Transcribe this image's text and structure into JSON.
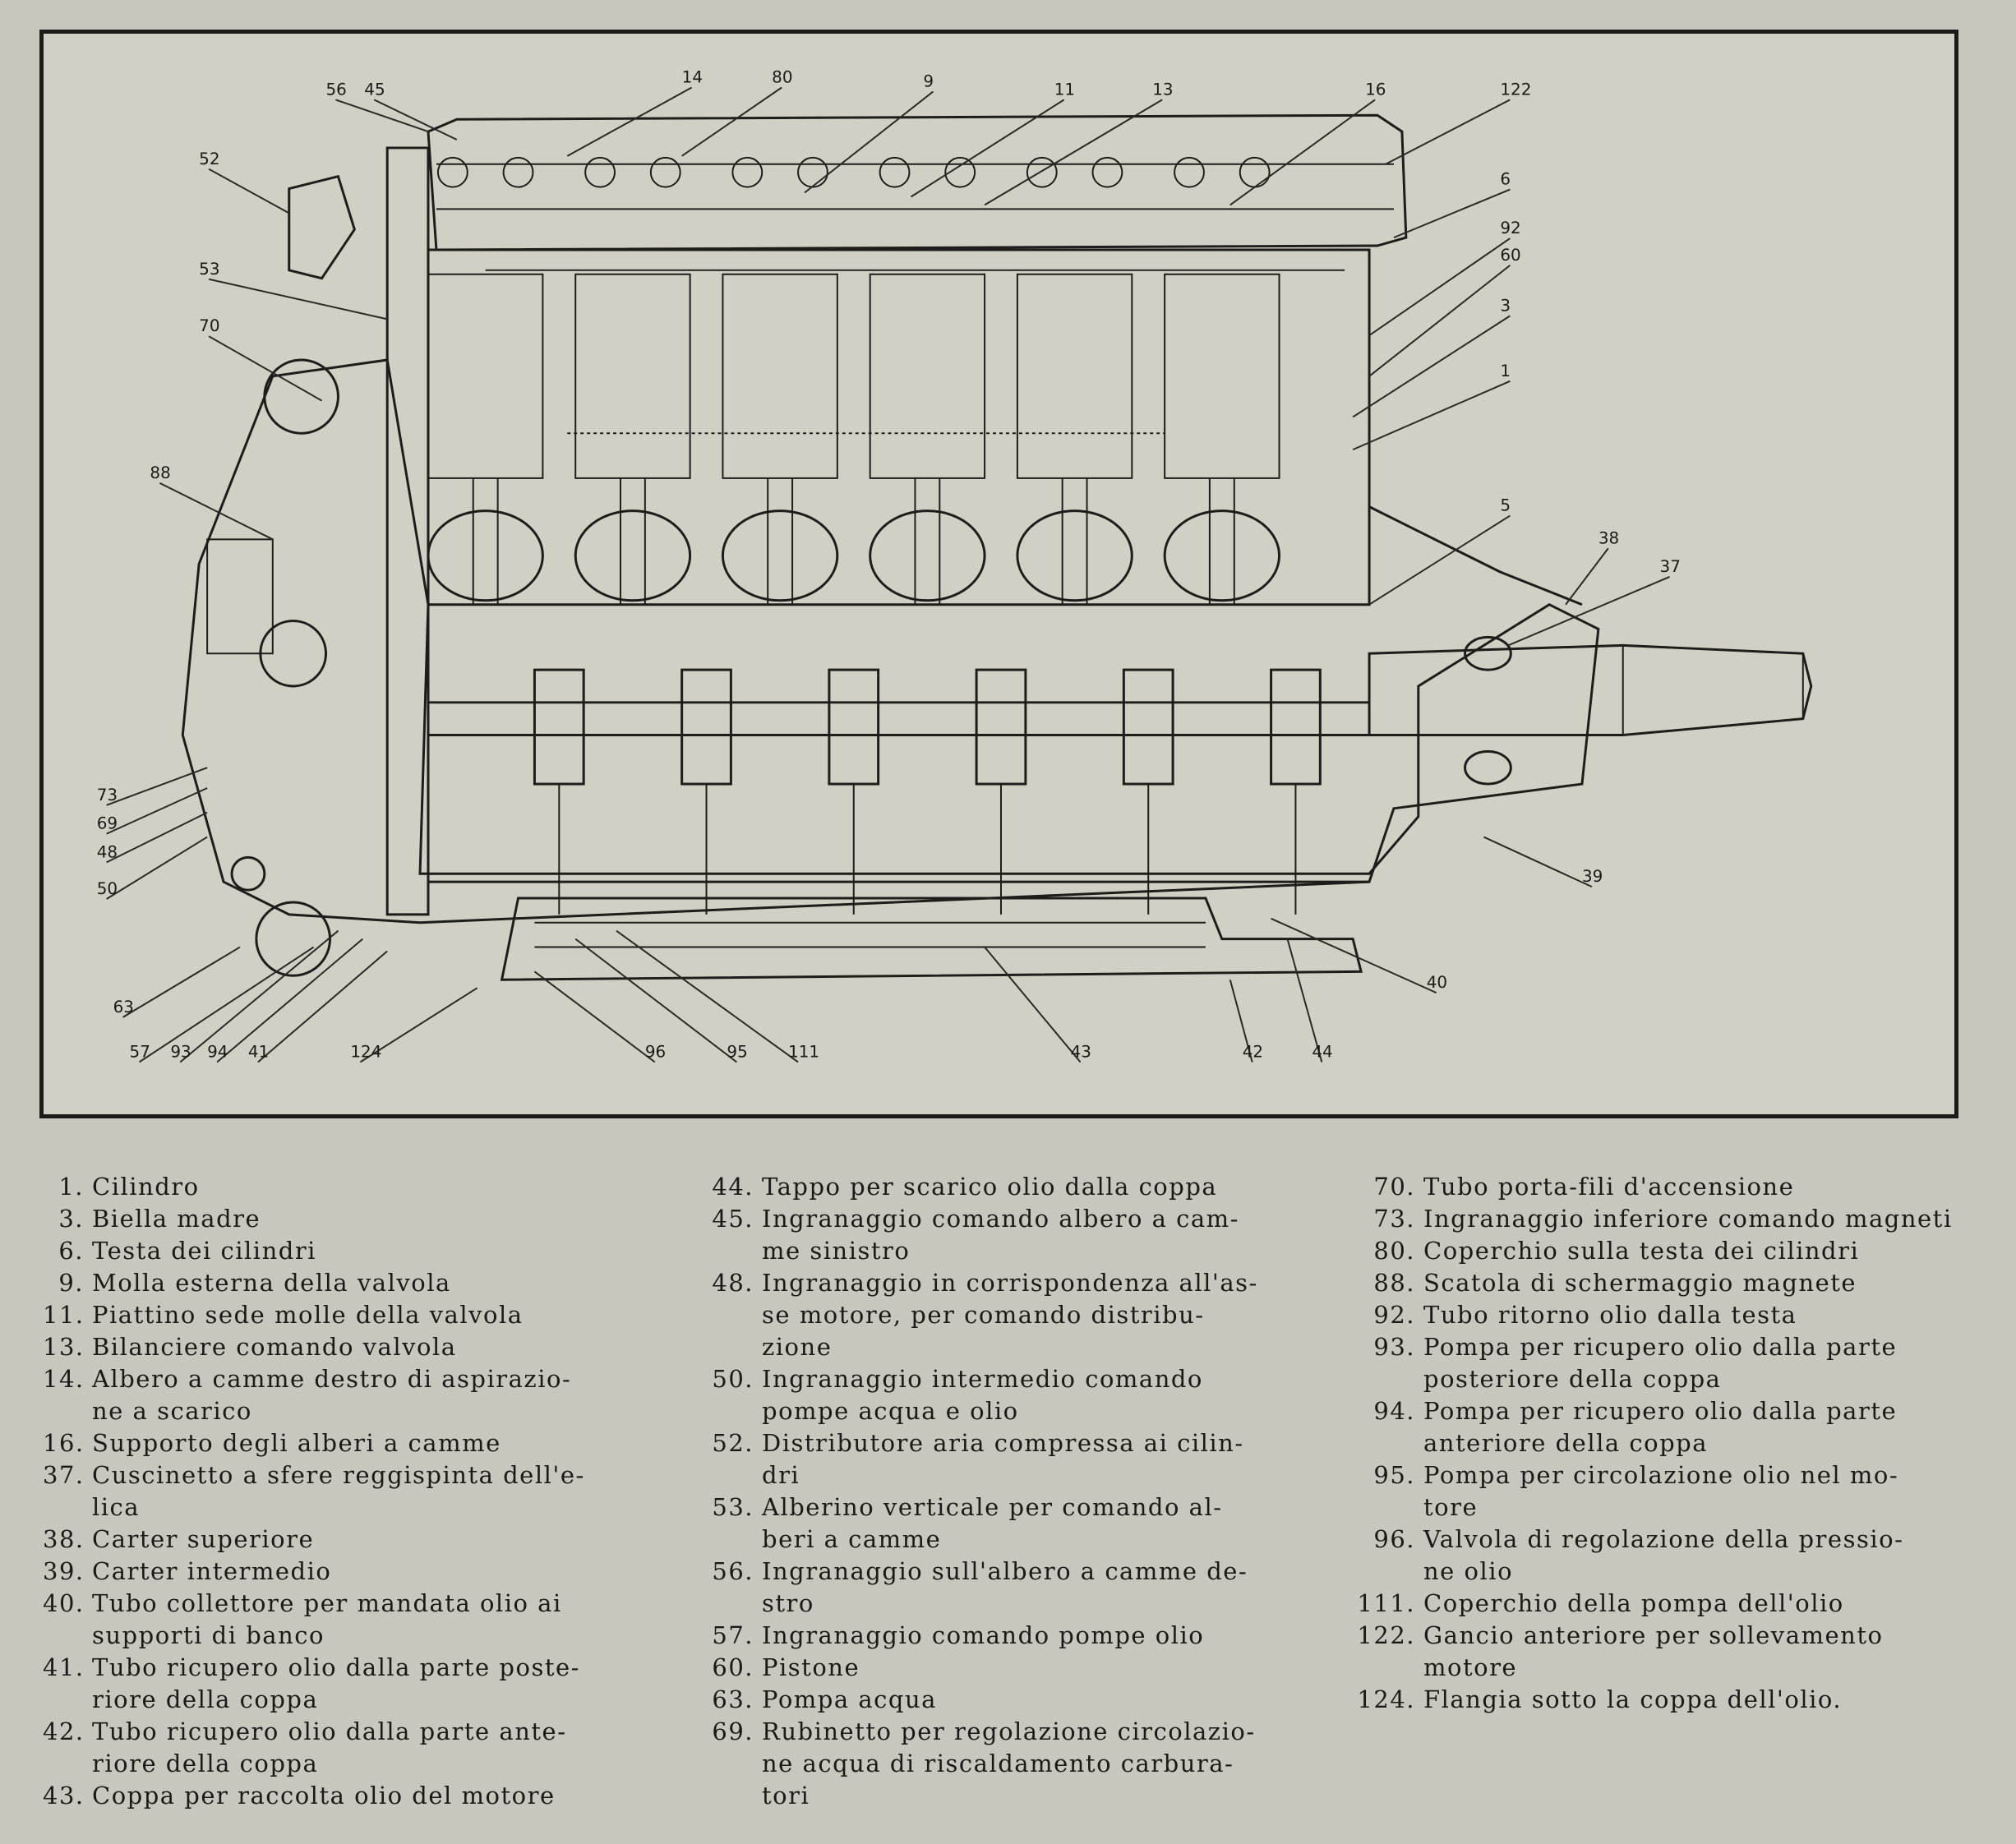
{
  "callouts": [
    {
      "id": "c56",
      "text": "56"
    },
    {
      "id": "c45",
      "text": "45"
    },
    {
      "id": "c14",
      "text": "14"
    },
    {
      "id": "c80",
      "text": "80"
    },
    {
      "id": "c9",
      "text": "9"
    },
    {
      "id": "c11",
      "text": "11"
    },
    {
      "id": "c13",
      "text": "13"
    },
    {
      "id": "c16",
      "text": "16"
    },
    {
      "id": "c122",
      "text": "122"
    },
    {
      "id": "c52",
      "text": "52"
    },
    {
      "id": "c6",
      "text": "6"
    },
    {
      "id": "c92",
      "text": "92"
    },
    {
      "id": "c60",
      "text": "60"
    },
    {
      "id": "c53",
      "text": "53"
    },
    {
      "id": "c70",
      "text": "70"
    },
    {
      "id": "c3",
      "text": "3"
    },
    {
      "id": "c1",
      "text": "1"
    },
    {
      "id": "c88",
      "text": "88"
    },
    {
      "id": "c5",
      "text": "5"
    },
    {
      "id": "c38",
      "text": "38"
    },
    {
      "id": "c37",
      "text": "37"
    },
    {
      "id": "c73",
      "text": "73"
    },
    {
      "id": "c69",
      "text": "69"
    },
    {
      "id": "c48",
      "text": "48"
    },
    {
      "id": "c50",
      "text": "50"
    },
    {
      "id": "c39",
      "text": "39"
    },
    {
      "id": "c40",
      "text": "40"
    },
    {
      "id": "c63",
      "text": "63"
    },
    {
      "id": "c57",
      "text": "57"
    },
    {
      "id": "c93",
      "text": "93"
    },
    {
      "id": "c94",
      "text": "94"
    },
    {
      "id": "c41",
      "text": "41"
    },
    {
      "id": "c124",
      "text": "124"
    },
    {
      "id": "c96",
      "text": "96"
    },
    {
      "id": "c95",
      "text": "95"
    },
    {
      "id": "c111",
      "text": "111"
    },
    {
      "id": "c43",
      "text": "43"
    },
    {
      "id": "c42",
      "text": "42"
    },
    {
      "id": "c44",
      "text": "44"
    }
  ],
  "legend": {
    "col1": [
      {
        "num": "1.",
        "text": "Cilindro"
      },
      {
        "num": "3.",
        "text": "Biella madre"
      },
      {
        "num": "6.",
        "text": "Testa dei cilindri"
      },
      {
        "num": "9.",
        "text": "Molla esterna della valvola"
      },
      {
        "num": "11.",
        "text": "Piattino sede molle della valvola"
      },
      {
        "num": "13.",
        "text": "Bilanciere comando valvola"
      },
      {
        "num": "14.",
        "text": "Albero a camme destro di aspirazio-"
      },
      {
        "num": "",
        "text": "ne a scarico"
      },
      {
        "num": "16.",
        "text": "Supporto degli alberi a camme"
      },
      {
        "num": "37.",
        "text": "Cuscinetto a sfere reggispinta dell'e-"
      },
      {
        "num": "",
        "text": "lica"
      },
      {
        "num": "38.",
        "text": "Carter superiore"
      },
      {
        "num": "39.",
        "text": "Carter intermedio"
      },
      {
        "num": "40.",
        "text": "Tubo collettore per mandata olio ai"
      },
      {
        "num": "",
        "text": "supporti di banco"
      },
      {
        "num": "41.",
        "text": "Tubo ricupero olio dalla parte poste-"
      },
      {
        "num": "",
        "text": "riore della coppa"
      },
      {
        "num": "42.",
        "text": "Tubo ricupero olio dalla parte ante-"
      },
      {
        "num": "",
        "text": "riore della coppa"
      },
      {
        "num": "43.",
        "text": "Coppa per raccolta olio del motore"
      }
    ],
    "col2": [
      {
        "num": "44.",
        "text": "Tappo per scarico olio dalla coppa"
      },
      {
        "num": "45.",
        "text": "Ingranaggio comando albero a cam-"
      },
      {
        "num": "",
        "text": "me sinistro"
      },
      {
        "num": "48.",
        "text": "Ingranaggio in corrispondenza all'as-"
      },
      {
        "num": "",
        "text": "se motore, per comando distribu-"
      },
      {
        "num": "",
        "text": "zione"
      },
      {
        "num": "50.",
        "text": "Ingranaggio intermedio comando"
      },
      {
        "num": "",
        "text": "pompe acqua e olio"
      },
      {
        "num": "52.",
        "text": "Distributore aria compressa ai cilin-"
      },
      {
        "num": "",
        "text": "dri"
      },
      {
        "num": "53.",
        "text": "Alberino verticale per comando al-"
      },
      {
        "num": "",
        "text": "beri a camme"
      },
      {
        "num": "56.",
        "text": "Ingranaggio sull'albero a camme de-"
      },
      {
        "num": "",
        "text": "stro"
      },
      {
        "num": "57.",
        "text": "Ingranaggio comando pompe olio"
      },
      {
        "num": "60.",
        "text": "Pistone"
      },
      {
        "num": "63.",
        "text": "Pompa acqua"
      },
      {
        "num": "69.",
        "text": "Rubinetto per regolazione circolazio-"
      },
      {
        "num": "",
        "text": "ne acqua di riscaldamento carbura-"
      },
      {
        "num": "",
        "text": "tori"
      }
    ],
    "col3": [
      {
        "num": "70.",
        "text": "Tubo porta-fili d'accensione"
      },
      {
        "num": "73.",
        "text": "Ingranaggio inferiore comando magneti"
      },
      {
        "num": "80.",
        "text": "Coperchio sulla testa dei cilindri"
      },
      {
        "num": "88.",
        "text": "Scatola di schermaggio magnete"
      },
      {
        "num": "92.",
        "text": "Tubo ritorno olio dalla testa"
      },
      {
        "num": "93.",
        "text": "Pompa per ricupero olio dalla parte"
      },
      {
        "num": "",
        "text": "posteriore della coppa"
      },
      {
        "num": "94.",
        "text": "Pompa per ricupero olio dalla parte"
      },
      {
        "num": "",
        "text": "anteriore della coppa"
      },
      {
        "num": "95.",
        "text": "Pompa per circolazione olio nel mo-"
      },
      {
        "num": "",
        "text": "tore"
      },
      {
        "num": "96.",
        "text": "Valvola di regolazione della pressio-"
      },
      {
        "num": "",
        "text": "ne olio"
      },
      {
        "num": "111.",
        "text": "Coperchio della pompa dell'olio"
      },
      {
        "num": "122.",
        "text": "Gancio anteriore per sollevamento"
      },
      {
        "num": "",
        "text": "motore"
      },
      {
        "num": "124.",
        "text": "Flangia sotto la coppa dell'olio."
      }
    ]
  }
}
